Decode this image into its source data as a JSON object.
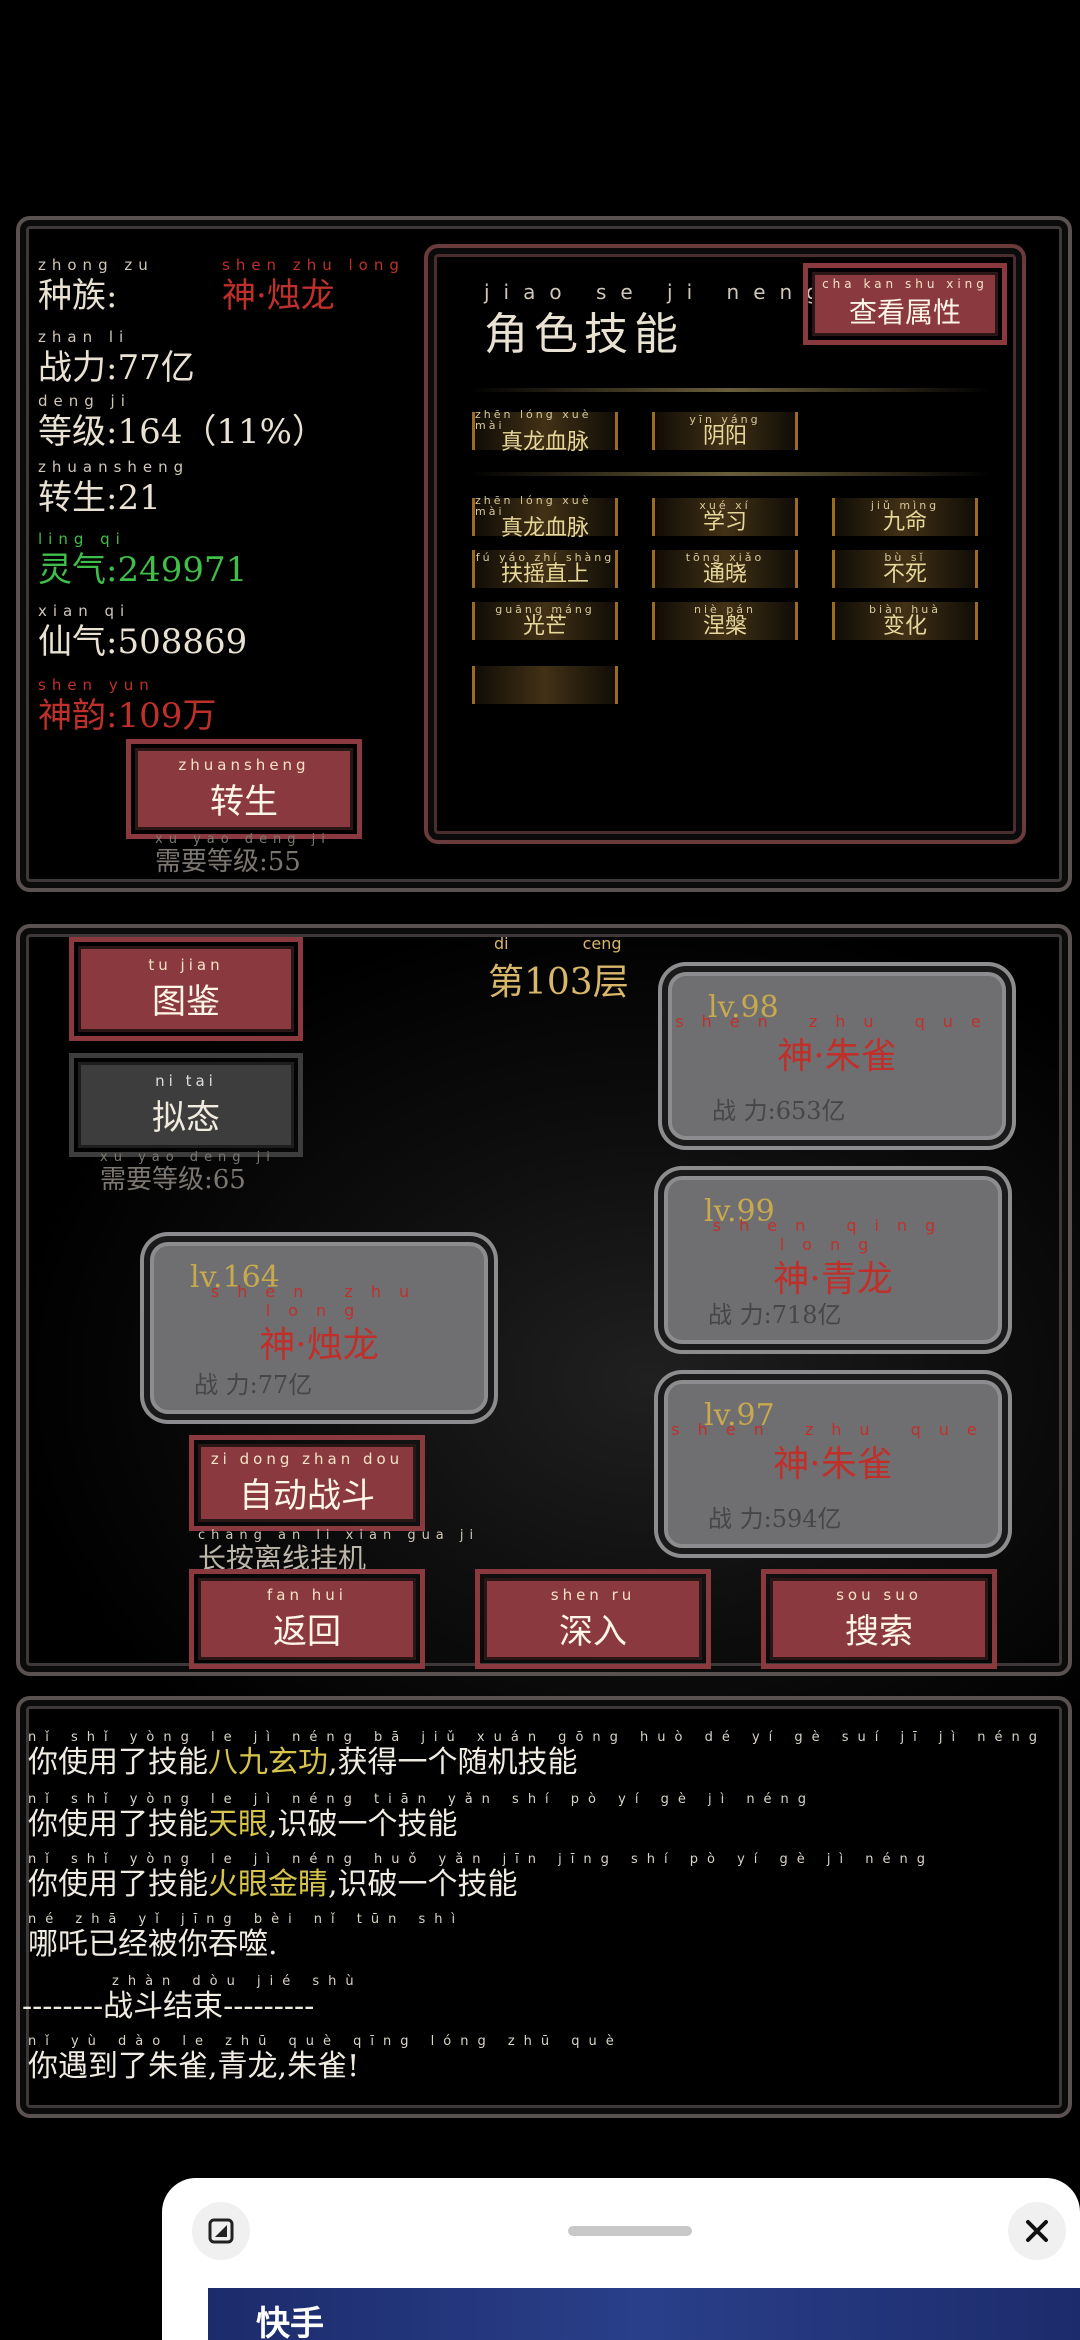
{
  "status": {
    "race_py": "zhong zu",
    "race_label": "种族:",
    "race_value_py": "shen zhu long",
    "race_value": "神·烛龙",
    "power_py": "zhan li",
    "power_label": "战力:",
    "power_value": "77亿",
    "level_py": "deng ji",
    "level_label": "等级:",
    "level_value": "164（11%）",
    "rebirth_py": "zhuansheng",
    "rebirth_label": "转生:",
    "rebirth_value": "21",
    "spirit_py": "ling qi",
    "spirit_label": "灵气:",
    "spirit_value": "249971",
    "immortal_py": "xian qi",
    "immortal_label": "仙气:",
    "immortal_value": "508869",
    "charm_py": "shen yun",
    "charm_label": "神韵:",
    "charm_value": "109万",
    "rebirth_btn_py": "zhuansheng",
    "rebirth_btn": "转生",
    "rebirth_req_py": "xu yao deng ji",
    "rebirth_req": "需要等级:55"
  },
  "skills_panel": {
    "title_py": "jiao se ji neng",
    "title": "角色技能",
    "view_attr_py": "cha kan shu xing",
    "view_attr": "查看属性",
    "row1": [
      {
        "py": "zhēn lóng xuè mài",
        "label": "真龙血脉"
      },
      {
        "py": "yīn yáng",
        "label": "阴阳"
      }
    ],
    "row2": [
      {
        "py": "zhēn lóng xuè mài",
        "label": "真龙血脉"
      },
      {
        "py": "xué xí",
        "label": "学习"
      },
      {
        "py": "jiǔ mìng",
        "label": "九命"
      }
    ],
    "row3": [
      {
        "py": "fú yáo zhí shàng",
        "label": "扶摇直上"
      },
      {
        "py": "tōng xiǎo",
        "label": "通晓"
      },
      {
        "py": "bù sǐ",
        "label": "不死"
      }
    ],
    "row4": [
      {
        "py": "guāng máng",
        "label": "光芒"
      },
      {
        "py": "niè pán",
        "label": "涅槃"
      },
      {
        "py": "biàn huà",
        "label": "变化"
      }
    ]
  },
  "battle": {
    "tujian_py": "tu jian",
    "tujian": "图鉴",
    "nitai_py": "ni tai",
    "nitai": "拟态",
    "nitai_req_py": "xu yao deng ji",
    "nitai_req": "需要等级:65",
    "floor_py_1": "di",
    "floor_py_2": "ceng",
    "floor": "第103层",
    "player": {
      "lv": "lv.164",
      "name_py": "shen zhu long",
      "name": "神·烛龙",
      "power": "战 力:77亿"
    },
    "enemies": [
      {
        "lv": "lv.98",
        "name_py": "shen zhu que",
        "name": "神·朱雀",
        "power": "战 力:653亿"
      },
      {
        "lv": "lv.99",
        "name_py": "shen qing long",
        "name": "神·青龙",
        "power": "战 力:718亿"
      },
      {
        "lv": "lv.97",
        "name_py": "shen zhu que",
        "name": "神·朱雀",
        "power": "战 力:594亿"
      }
    ],
    "auto_py": "zi dong zhan dou",
    "auto": "自动战斗",
    "offline_py": "chang an li xian gua ji",
    "offline": "长按离线挂机",
    "back_py": "fan hui",
    "back": "返回",
    "deeper_py": "shen ru",
    "deeper": "深入",
    "search_py": "sou suo",
    "search": "搜索"
  },
  "log": [
    {
      "py": "nǐ shǐ yòng le jì néng bā jiǔ xuán gōng huò dé yí gè suí jī jì néng",
      "pre": "你使用了技能",
      "hl": "八九玄功",
      "post": ",获得一个随机技能"
    },
    {
      "py": "nǐ shǐ yòng le jì néng tiān yǎn shí pò yí gè jì néng",
      "pre": "你使用了技能",
      "hl": "天眼",
      "post": ",识破一个技能"
    },
    {
      "py": "nǐ shǐ yòng le jì néng huǒ yǎn jīn jīng shí pò yí gè jì néng",
      "pre": "你使用了技能",
      "hl": "火眼金睛",
      "post": ",识破一个技能"
    },
    {
      "py": "né zhā yǐ jīng bèi nǐ tūn shì",
      "pre": "哪吒已经被你吞噬.",
      "hl": "",
      "post": ""
    },
    {
      "py": "zhàn dòu jié shù",
      "pre": "--------战斗结束---------",
      "hl": "",
      "post": ""
    },
    {
      "py": "nǐ yù dào le zhū què qīng lóng zhū què",
      "pre": "你遇到了朱雀,青龙,朱雀!",
      "hl": "",
      "post": ""
    }
  ],
  "sheet": {
    "preview_text": "快手"
  },
  "colors": {
    "btn_red": "#8a3a3e",
    "name_red": "#c0302a",
    "spirit_green": "#3fbf4a",
    "skill_gold": "#e8d79a"
  }
}
